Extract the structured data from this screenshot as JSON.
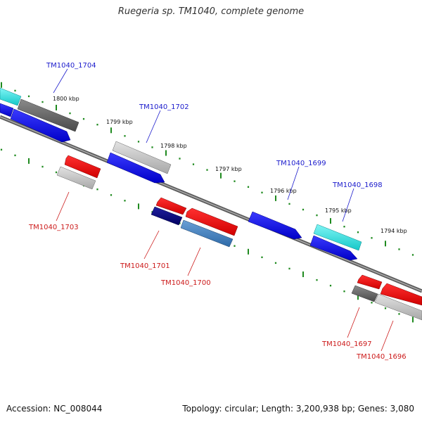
{
  "title": "Ruegeria sp. TM1040, complete genome",
  "footer": {
    "accession": "Accession: NC_008044",
    "topology": "Topology: circular; Length: 3,200,938 bp; Genes: 3,080"
  },
  "colors": {
    "forward": "#1a1acc",
    "reverse": "#cc1a1a",
    "backbone": "#777777",
    "tick": "#1f8a1f"
  },
  "kbp_labels": [
    "1800 kbp",
    "1799 kbp",
    "1798 kbp",
    "1797 kbp",
    "1796 kbp",
    "1795 kbp",
    "1794 kbp"
  ],
  "genes_forward": [
    "TM1040_1704",
    "TM1040_1702",
    "TM1040_1699",
    "TM1040_1698"
  ],
  "genes_reverse": [
    "TM1040_1703",
    "TM1040_1701",
    "TM1040_1700",
    "TM1040_1697",
    "TM1040_1696"
  ]
}
